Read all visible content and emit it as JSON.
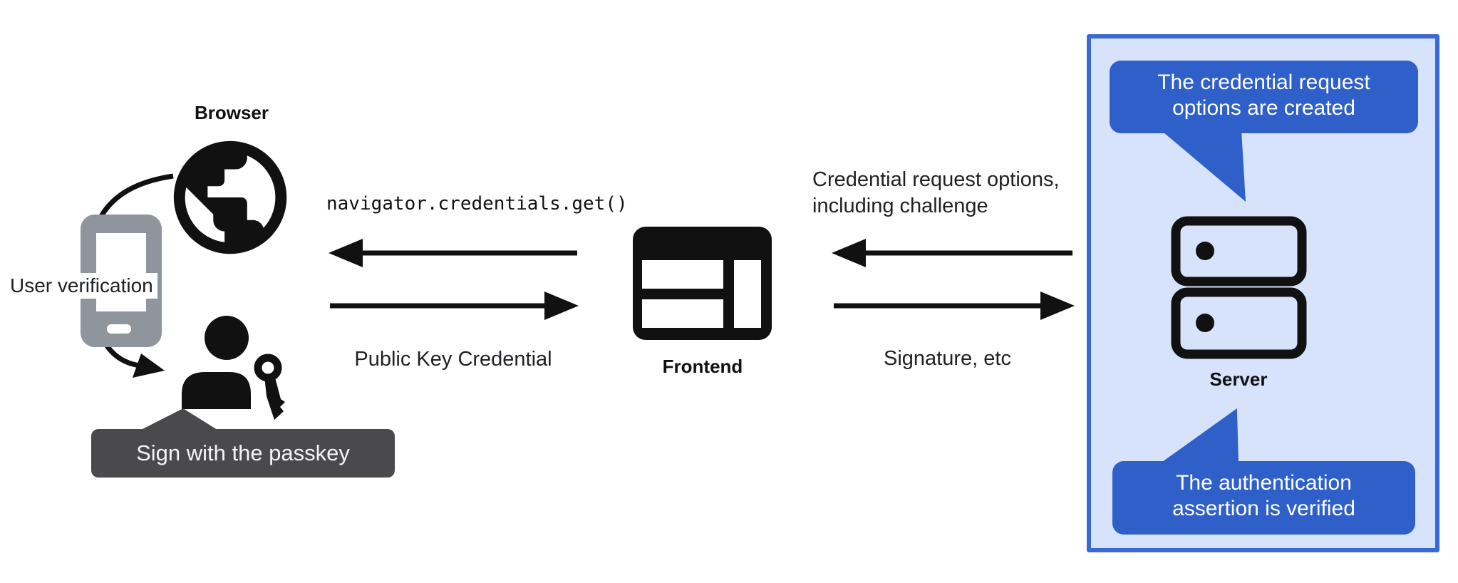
{
  "left_group": {
    "browser_label": "Browser",
    "user_verification_label": "User verification",
    "passkey_tooltip": "Sign with the passkey"
  },
  "browser_frontend_channel": {
    "request_label": "navigator.credentials.get()",
    "response_label": "Public Key Credential"
  },
  "frontend": {
    "label": "Frontend"
  },
  "frontend_server_channel": {
    "request_label_line1": "Credential request options,",
    "request_label_line2": "including challenge",
    "response_label": "Signature, etc"
  },
  "server_panel": {
    "server_label": "Server",
    "bubble_top": {
      "line1": "The credential request",
      "line2": "options are created"
    },
    "bubble_bottom": {
      "line1": "The authentication",
      "line2": "assertion is verified"
    }
  },
  "icons": {
    "browser": "globe-icon",
    "authenticator": "smartphone-icon",
    "user": "person-with-key-icon",
    "frontend": "browser-window-icon",
    "server": "server-stack-icon"
  },
  "colors": {
    "bubble_blue": "#2f5fc9",
    "panel_fill": "#d7e2fb",
    "panel_border": "#3a68d4",
    "tooltip_gray": "#4a4a4d",
    "phone_gray": "#8f959c",
    "ink": "#111111"
  }
}
